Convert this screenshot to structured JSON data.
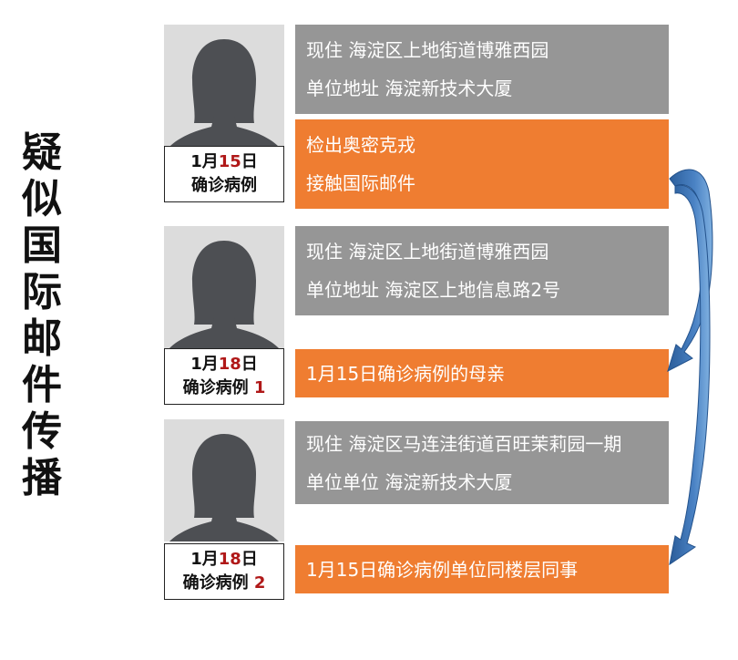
{
  "title_chars": [
    "疑",
    "似",
    "国",
    "际",
    "邮",
    "件",
    "传",
    "播"
  ],
  "colors": {
    "accent_orange": "#ef7d31",
    "info_gray": "#969696",
    "arrow_blue": "#3a6ea8",
    "highlight_red": "#b01818"
  },
  "cases": [
    {
      "date_prefix": "1月",
      "date_day": "15",
      "date_suffix": "日",
      "case_label": "确诊病例",
      "case_number": "",
      "residence": "现住 海淀区上地街道博雅西园",
      "workplace": "单位地址 海淀新技术大厦",
      "note_lines": [
        "检出奥密克戎",
        "接触国际邮件"
      ]
    },
    {
      "date_prefix": "1月",
      "date_day": "18",
      "date_suffix": "日",
      "case_label": "确诊病例 ",
      "case_number": "1",
      "residence": "现住 海淀区上地街道博雅西园",
      "workplace": "单位地址 海淀区上地信息路2号",
      "note_lines": [
        "1月15日确诊病例的母亲"
      ]
    },
    {
      "date_prefix": "1月",
      "date_day": "18",
      "date_suffix": "日",
      "case_label": "确诊病例 ",
      "case_number": "2",
      "residence": "现住 海淀区马连洼街道百旺茉莉园一期",
      "workplace": "单位单位 海淀新技术大厦",
      "note_lines": [
        "1月15日确诊病例单位同楼层同事"
      ]
    }
  ]
}
